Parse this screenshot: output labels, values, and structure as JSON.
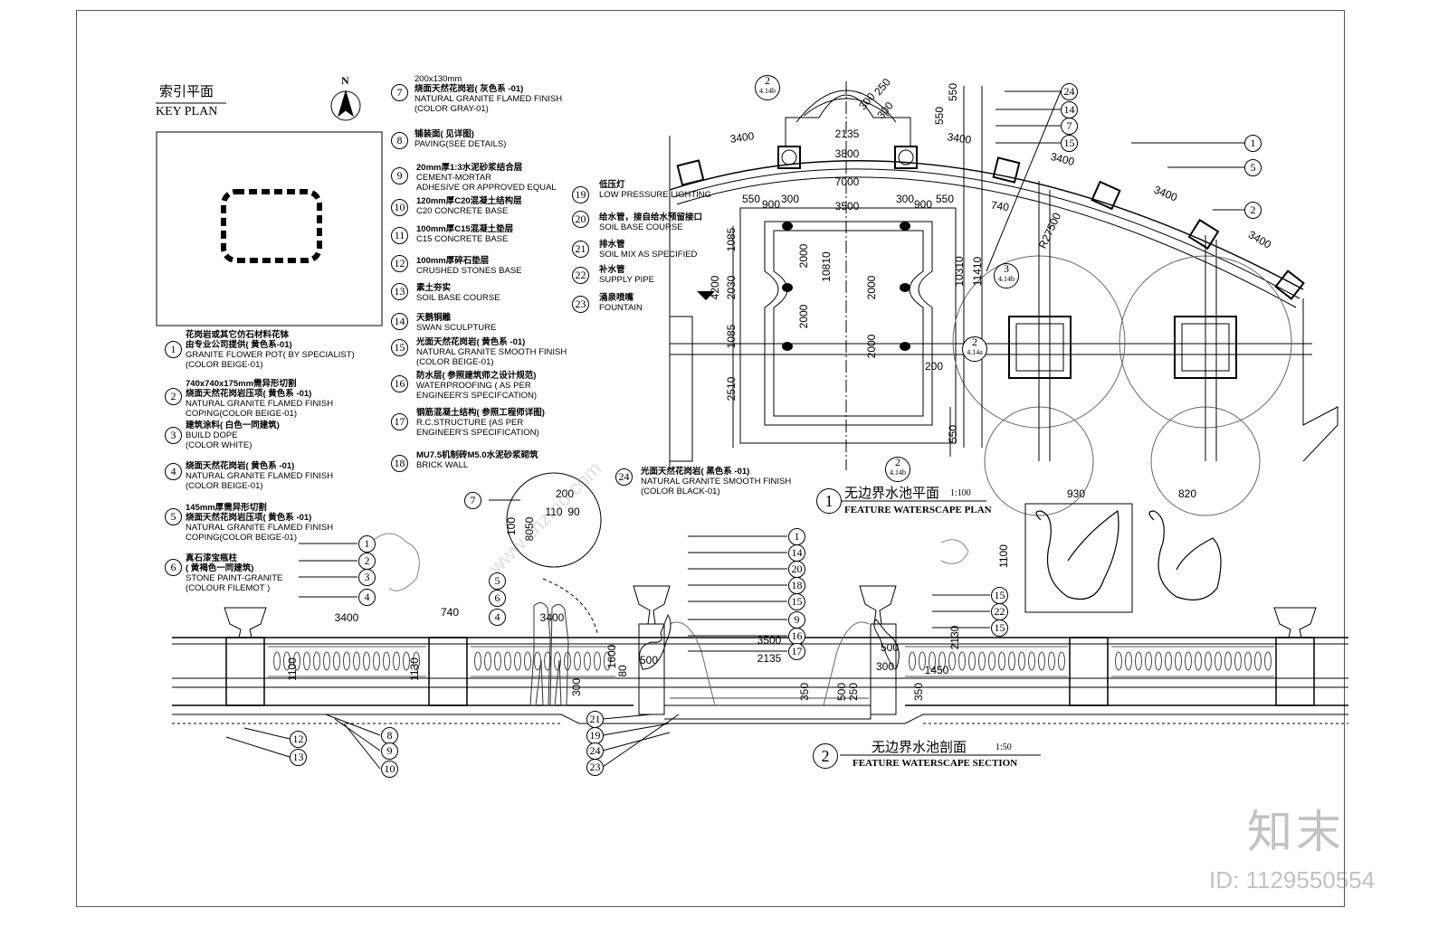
{
  "key_plan": {
    "title_cn": "索引平面",
    "title_en": "KEY PLAN",
    "north": "N"
  },
  "legend": [
    {
      "num": "1",
      "lines": [
        "花岗岩或其它仿石材料花钵",
        "由专业公司提供( 黄色系-01)",
        "GRANITE FLOWER POT( BY SPECIALIST)",
        "(COLOR  BEIGE-01)"
      ]
    },
    {
      "num": "2",
      "lines": [
        "740x740x175mm需异形切割",
        "烧面天然花岗岩压项( 黄色系 -01)",
        "NATURAL GRANITE FLAMED FINISH",
        "COPING(COLOR BEIGE-01)"
      ]
    },
    {
      "num": "3",
      "lines": [
        "建筑涂料( 白色一同建筑)",
        "BUILD DOPE",
        "(COLOR WHITE)"
      ]
    },
    {
      "num": "4",
      "lines": [
        "烧面天然花岗岩( 黄色系 -01)",
        "NATURAL GRANITE FLAMED FINISH",
        "(COLOR  BEIGE-01)"
      ]
    },
    {
      "num": "5",
      "lines": [
        "145mm厚需异形切割",
        "烧面天然花岗岩压项( 黄色系 -01)",
        "NATURAL GRANITE FLAMED FINISH",
        "COPING(COLOR BEIGE-01)"
      ]
    },
    {
      "num": "6",
      "lines": [
        "真石漆宝瓶柱",
        "( 黄褐色一同建筑)",
        "STONE PAINT-GRANITE",
        "(COLOUR FILEMOT )"
      ]
    },
    {
      "num": "7",
      "lines": [
        "200x130mm",
        "烧面天然花岗岩( 灰色系 -01)",
        "NATURAL GRANITE FLAMED FINISH",
        "(COLOR GRAY-01)"
      ]
    },
    {
      "num": "8",
      "lines": [
        "铺装面( 见详图)",
        "PAVING(SEE DETAILS)"
      ]
    },
    {
      "num": "9",
      "lines": [
        "20mm厚1:3水泥砂浆结合层",
        "CEMENT-MORTAR",
        "ADHESIVE OR APPROVED EQUAL"
      ]
    },
    {
      "num": "10",
      "lines": [
        "120mm厚C20混凝土结构层",
        "C20 CONCRETE BASE"
      ]
    },
    {
      "num": "11",
      "lines": [
        "100mm厚C15混凝土垫层",
        "C15 CONCRETE BASE"
      ]
    },
    {
      "num": "12",
      "lines": [
        "100mm厚碎石垫层",
        "CRUSHED STONES BASE"
      ]
    },
    {
      "num": "13",
      "lines": [
        "素土夯实",
        "SOIL BASE COURSE"
      ]
    },
    {
      "num": "14",
      "lines": [
        "天鹅铜雕",
        "SWAN SCULPTURE"
      ]
    },
    {
      "num": "15",
      "lines": [
        "光面天然花岗岩( 黄色系 -01)",
        "NATURAL GRANITE SMOOTH FINISH",
        "(COLOR  BEIGE-01)"
      ]
    },
    {
      "num": "16",
      "lines": [
        "防水层( 参照建筑师之设计规范)",
        "WATERPROOFING ( AS  PER",
        "ENGINEER'S SPECIFCATION)"
      ]
    },
    {
      "num": "17",
      "lines": [
        "钢筋混凝土结构( 参照工程师详图)",
        "R.C.STRUCTURE (AS PER",
        "ENGINEER'S SPECIFICATION)"
      ]
    },
    {
      "num": "18",
      "lines": [
        "MU7.5机制砖M5.0水泥砂浆砌筑",
        "BRICK WALL"
      ]
    },
    {
      "num": "19",
      "lines": [
        "低压灯",
        "LOW PRESSURE LIGHTING"
      ]
    },
    {
      "num": "20",
      "lines": [
        "给水管，接自给水预留接口",
        "SOIL BASE COURSE"
      ]
    },
    {
      "num": "21",
      "lines": [
        "排水管",
        "SOIL MIX AS SPECIFIED"
      ]
    },
    {
      "num": "22",
      "lines": [
        "补水管",
        "SUPPLY PIPE"
      ]
    },
    {
      "num": "23",
      "lines": [
        "涌泉喷嘴",
        "FOUNTAIN"
      ]
    },
    {
      "num": "24",
      "lines": [
        "光面天然花岗岩( 黑色系 -01)",
        "NATURAL GRANITE SMOOTH FINISH",
        "(COLOR  BLACK-01)"
      ]
    }
  ],
  "plan": {
    "number": "1",
    "title_cn": "无边界水池平面",
    "scale": "1:100",
    "title_en": "FEATURE WATERSCAPE PLAN",
    "dims": [
      "3400",
      "2135",
      "3800",
      "3400",
      "3400",
      "3400",
      "3400",
      "7000",
      "550",
      "900",
      "300",
      "3500",
      "300",
      "900",
      "550",
      "740",
      "R27500",
      "1085",
      "2030",
      "1085",
      "2510",
      "4200",
      "10810",
      "2000",
      "2000",
      "2000",
      "2000",
      "10310",
      "11410",
      "200",
      "550",
      "550",
      "550",
      "300",
      "250",
      "300"
    ],
    "callouts": [
      "24",
      "14",
      "7",
      "15",
      "1",
      "5",
      "2"
    ],
    "section_marks": [
      {
        "n": "2",
        "ref": "4.14b"
      },
      {
        "n": "3",
        "ref": "4.14b"
      },
      {
        "n": "2",
        "ref": "4.14a"
      },
      {
        "n": "2",
        "ref": "4.14b"
      }
    ]
  },
  "section": {
    "number": "2",
    "title_cn": "无边界水池剖面",
    "scale": "1:50",
    "title_en": "FEATURE WATERSCAPE SECTION",
    "dims": [
      "3400",
      "740",
      "3400",
      "1100",
      "1130",
      "1600",
      "80",
      "500",
      "3500",
      "2135",
      "500",
      "300",
      "2130",
      "1450",
      "350",
      "500",
      "250",
      "350",
      "300",
      "200",
      "110",
      "90",
      "100",
      "8050"
    ],
    "callouts": [
      "1",
      "2",
      "3",
      "4",
      "5",
      "6",
      "4",
      "8",
      "9",
      "10",
      "12",
      "13",
      "7",
      "1",
      "14",
      "20",
      "18",
      "15",
      "9",
      "16",
      "17",
      "21",
      "19",
      "24",
      "23",
      "15",
      "22",
      "15"
    ]
  },
  "swans": {
    "dims": [
      "930",
      "820",
      "1100"
    ]
  },
  "watermark": {
    "brand": "知末",
    "id": "ID: 1129550554",
    "site": "www.znzmo.com"
  }
}
